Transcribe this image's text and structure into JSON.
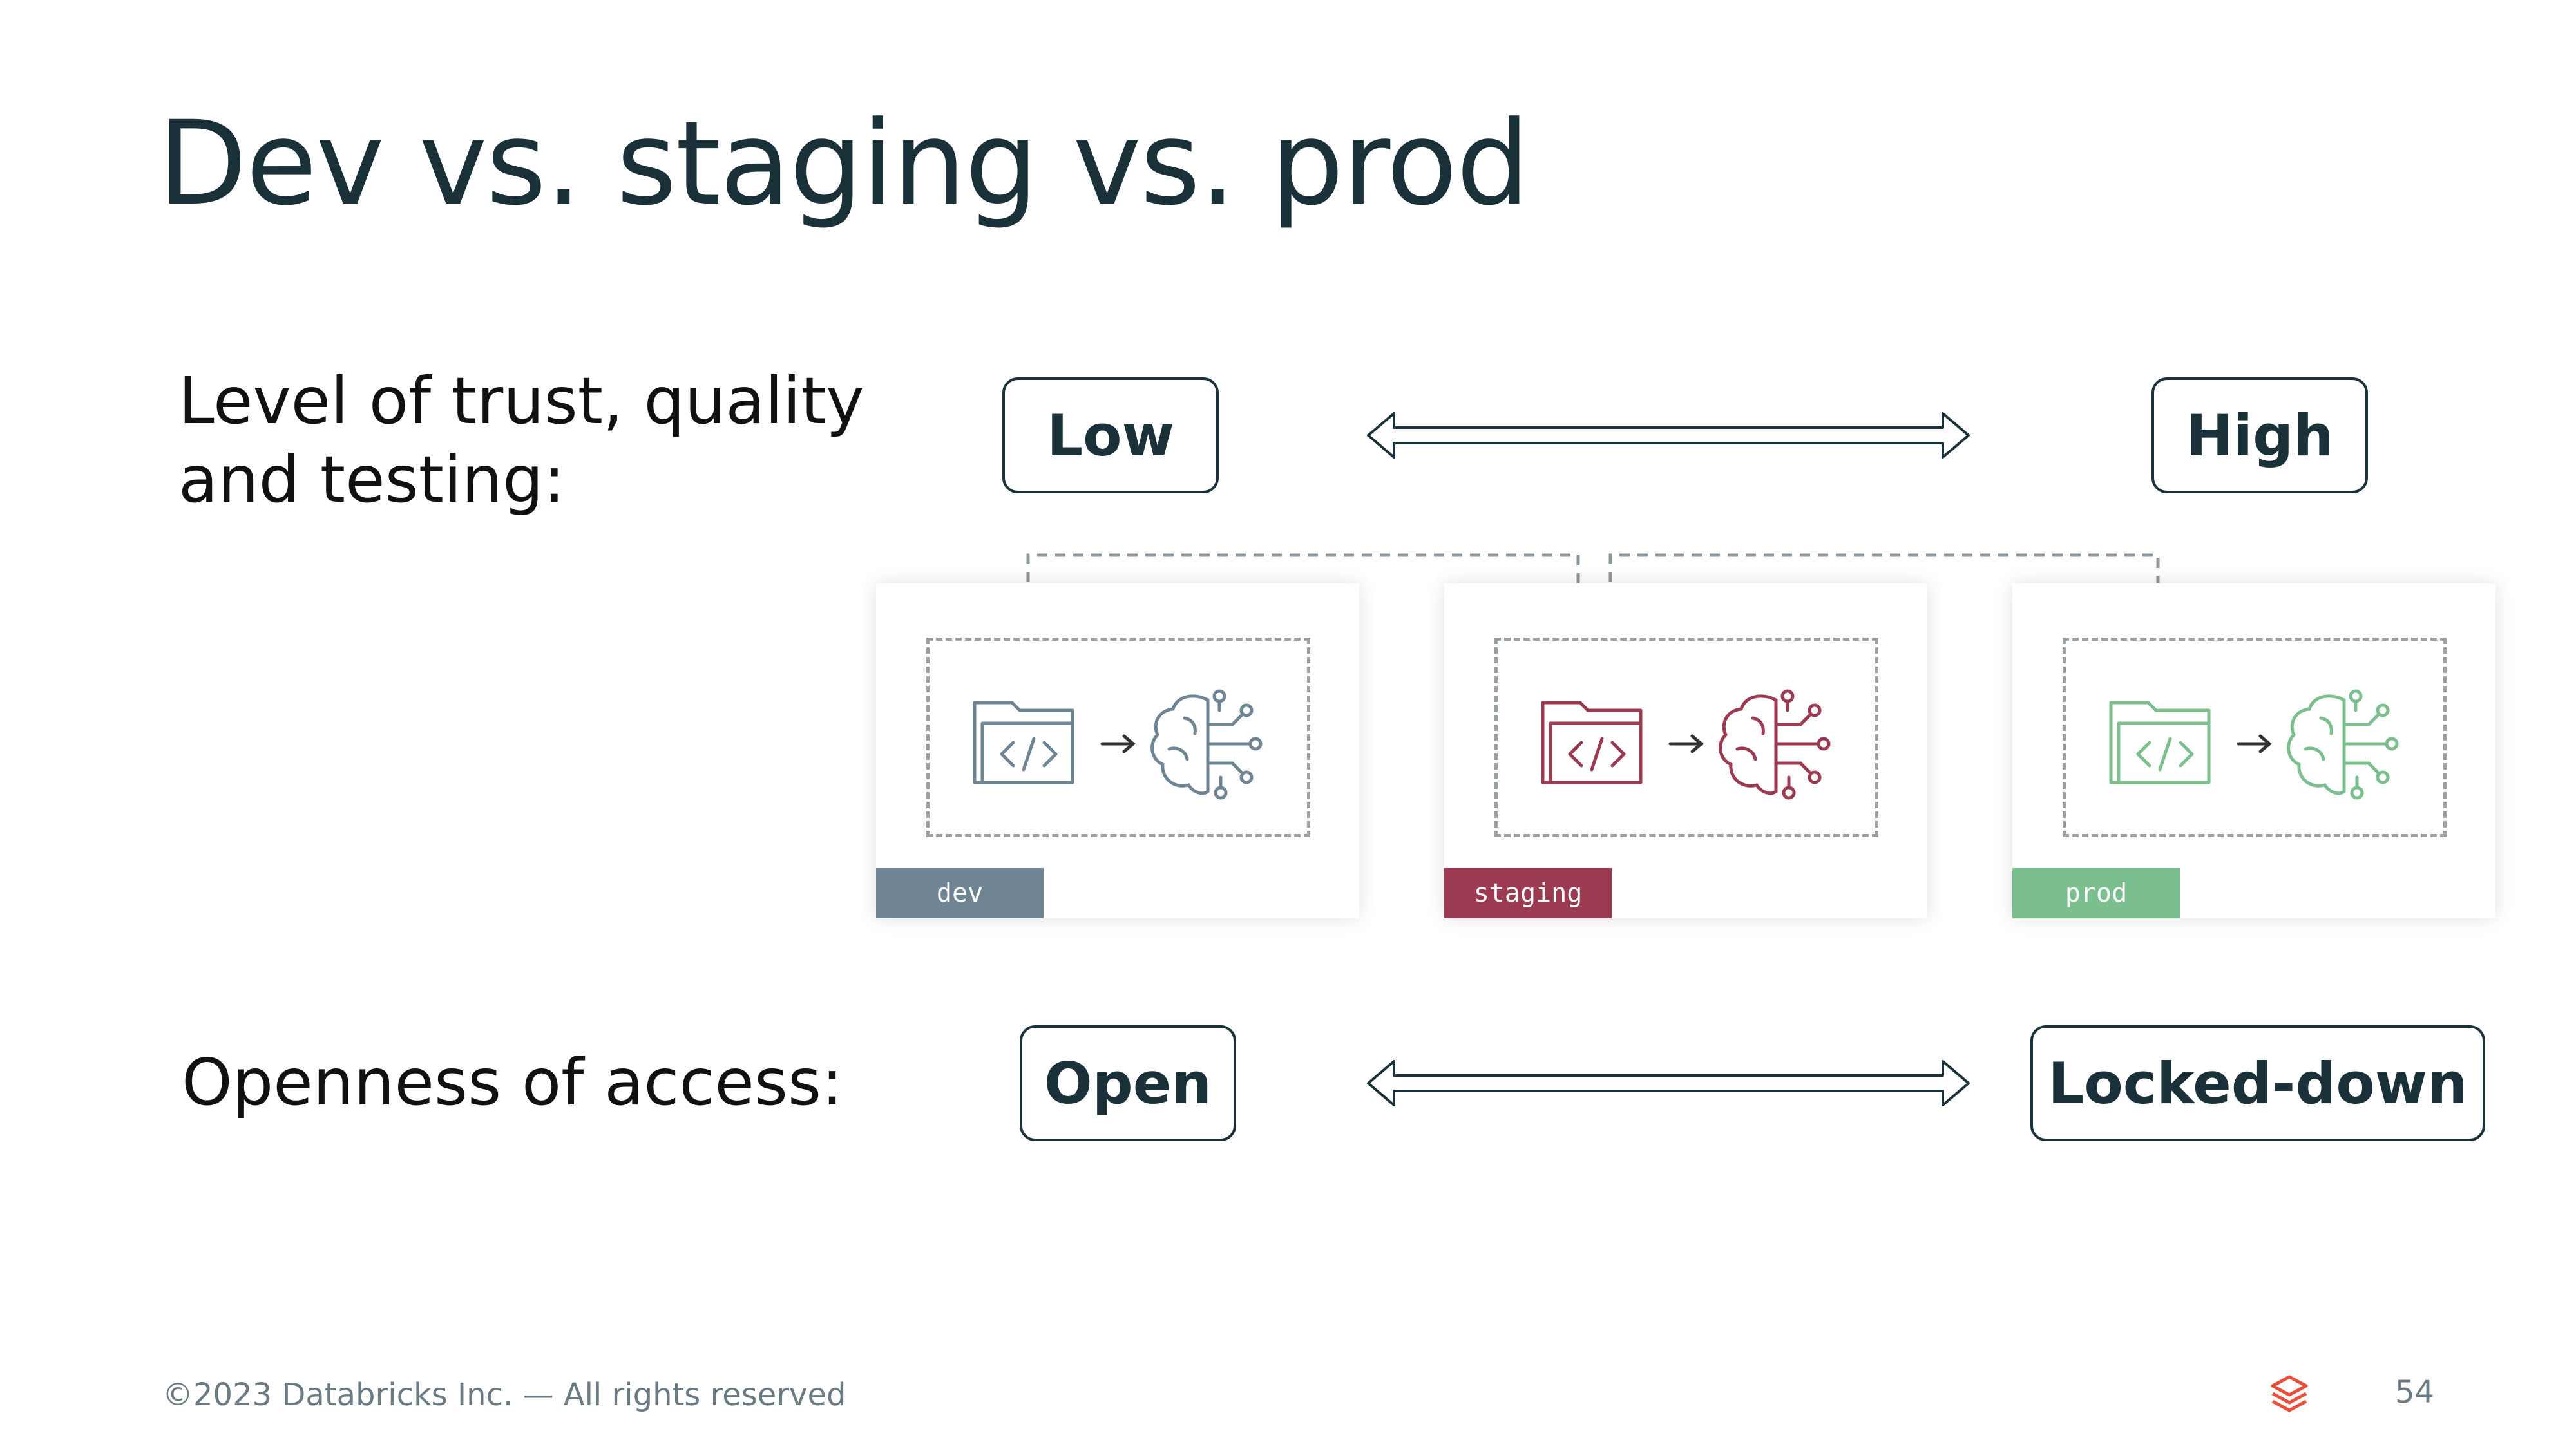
{
  "title": "Dev vs. staging vs. prod",
  "rows": {
    "trust": {
      "label": "Level of trust, quality\nand testing:",
      "low": "Low",
      "high": "High"
    },
    "access": {
      "label": "Openness of access:",
      "low": "Open",
      "high": "Locked-down"
    }
  },
  "environments": [
    {
      "name": "dev",
      "color": "#6f8594"
    },
    {
      "name": "staging",
      "color": "#9b3a50"
    },
    {
      "name": "prod",
      "color": "#7cbf8e"
    }
  ],
  "icons": {
    "code": "code-folder-icon",
    "arrow": "right-arrow-icon",
    "model": "brain-circuit-icon"
  },
  "footer": {
    "copyright": "©2023 Databricks Inc. — All rights reserved",
    "page_number": "54"
  },
  "colors": {
    "title": "#1b3139",
    "logo": "#e8503a"
  }
}
